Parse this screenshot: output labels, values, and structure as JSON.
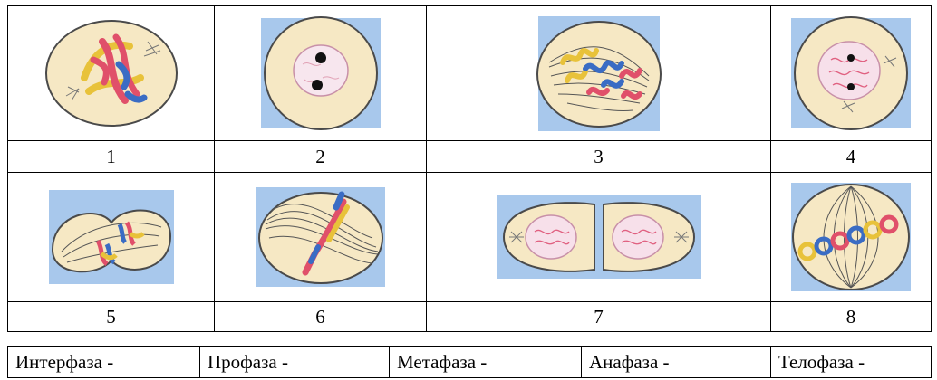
{
  "cells": [
    {
      "number": "1",
      "stage": "prophase-late"
    },
    {
      "number": "2",
      "stage": "early-prophase-two-nucleoli"
    },
    {
      "number": "3",
      "stage": "prometaphase"
    },
    {
      "number": "4",
      "stage": "early-prophase-centrioles"
    },
    {
      "number": "5",
      "stage": "telophase-dividing"
    },
    {
      "number": "6",
      "stage": "metaphase-plate"
    },
    {
      "number": "7",
      "stage": "two-daughter-cells"
    },
    {
      "number": "8",
      "stage": "metaphase-ring-chromosomes"
    }
  ],
  "phases": [
    "Интерфаза -",
    "Профаза -",
    "Метафаза -",
    "Анафаза -",
    "Телофаза -"
  ],
  "colors": {
    "cell_fill": "#f6e8c4",
    "cell_outline": "#4a4a4a",
    "background_blue": "#a8c8ec",
    "chromosome_red": "#e0506a",
    "chromosome_yellow": "#e8c23a",
    "chromosome_blue": "#3a6cc4",
    "nucleus_pink": "#f0b8c8"
  }
}
